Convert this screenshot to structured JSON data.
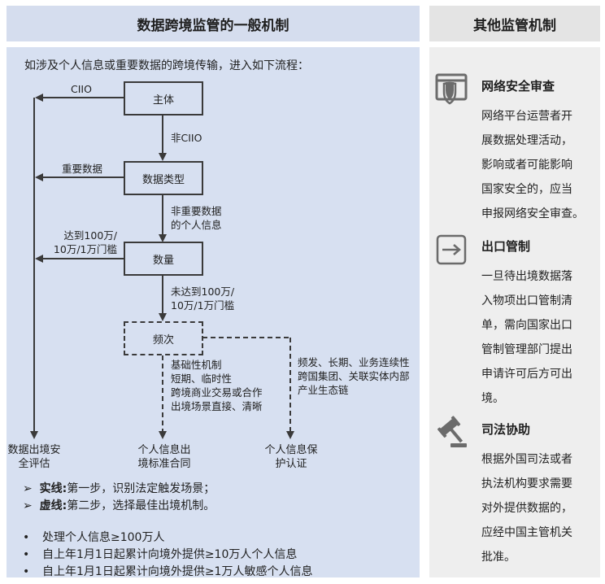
{
  "headers": {
    "left": "数据跨境监管的一般机制",
    "right": "其他监管机制"
  },
  "flow": {
    "intro": "如涉及个人信息或重要数据的跨境传输，进入如下流程：",
    "boxes": {
      "subject": "主体",
      "data_type": "数据类型",
      "quantity": "数量",
      "frequency": "频次"
    },
    "labels": {
      "ciio": "CIIO",
      "non_ciio": "非CIIO",
      "important_data": "重要数据",
      "non_important": [
        "非重要数据",
        "的个人信息"
      ],
      "reached": [
        "达到100万/",
        "10万/1万门槛"
      ],
      "not_reached": [
        "未达到100万/",
        "10万/1万门槛"
      ],
      "basic": [
        "基础性机制",
        "短期、临时性",
        "跨境商业交易或合作",
        "出境场景直接、清晰"
      ],
      "frequent": [
        "频发、长期、业务连续性",
        "跨国集团、关联实体内部",
        "产业生态链"
      ]
    },
    "outcomes": {
      "security_assessment": [
        "数据出境安",
        "全评估"
      ],
      "standard_contract": [
        "个人信息出",
        "境标准合同"
      ],
      "certification": [
        "个人信息保",
        "护认证"
      ]
    },
    "legend": {
      "solid_key": "实线:",
      "solid_text": "第一步，识别法定触发场景；",
      "dashed_key": "虚线:",
      "dashed_text": "第二步，选择最佳出境机制。",
      "marker": "➢"
    },
    "bullets": [
      "处理个人信息≥100万人",
      "自上年1月1日起累计向境外提供≥10万人个人信息",
      "自上年1月1日起累计向境外提供≥1万人敏感个人信息"
    ]
  },
  "other": {
    "sections": [
      {
        "icon": "shield-icon",
        "title": "网络安全审查",
        "lines": [
          "网络平台运营者开",
          "展数据处理活动，",
          "影响或者可能影响",
          "国家安全的，应当",
          "申报网络安全审查。"
        ]
      },
      {
        "icon": "exit-arrow-icon",
        "title": "出口管制",
        "lines": [
          "一旦待出境数据落",
          "入物项出口管制清",
          "单，需向国家出口",
          "管制管理部门提出",
          "申请许可后方可出",
          "境。"
        ]
      },
      {
        "icon": "gavel-icon",
        "title": "司法协助",
        "lines": [
          "根据外国司法或者",
          "执法机构要求需要",
          "对外提供数据的，",
          "应经中国主管机关",
          "批准。"
        ]
      }
    ]
  },
  "colors": {
    "left_panel": "#d7e0f1",
    "right_panel": "#eeeeee",
    "header_left": "#d5ddee",
    "header_right": "#e4e4e4",
    "line": "#3a3a3a",
    "icon": "#6b6b6b"
  }
}
